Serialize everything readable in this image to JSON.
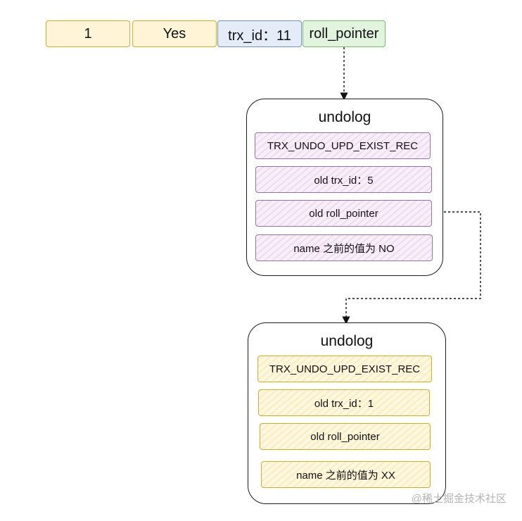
{
  "record_row": {
    "id_value": "1",
    "flag_value": "Yes",
    "trx_id": "trx_id：11",
    "roll_pointer": "roll_pointer"
  },
  "undologs": [
    {
      "title": "undolog",
      "type": "TRX_UNDO_UPD_EXIST_REC",
      "old_trx_id": "old trx_id：5",
      "old_roll_pointer": "old roll_pointer",
      "old_name": "name 之前的值为 NO"
    },
    {
      "title": "undolog",
      "type": "TRX_UNDO_UPD_EXIST_REC",
      "old_trx_id": "old trx_id：1",
      "old_roll_pointer": "old roll_pointer",
      "old_name": "name 之前的值为 XX"
    }
  ],
  "watermark": "@稀土掘金技术社区",
  "colors": {
    "yellow_fill": "#fff4d6",
    "yellow_stroke": "#d6ae26",
    "blue_fill": "#e3ecf7",
    "blue_stroke": "#6f93c8",
    "green_fill": "#e2f3de",
    "green_stroke": "#79b96a",
    "purple_stroke": "#9673a6"
  }
}
